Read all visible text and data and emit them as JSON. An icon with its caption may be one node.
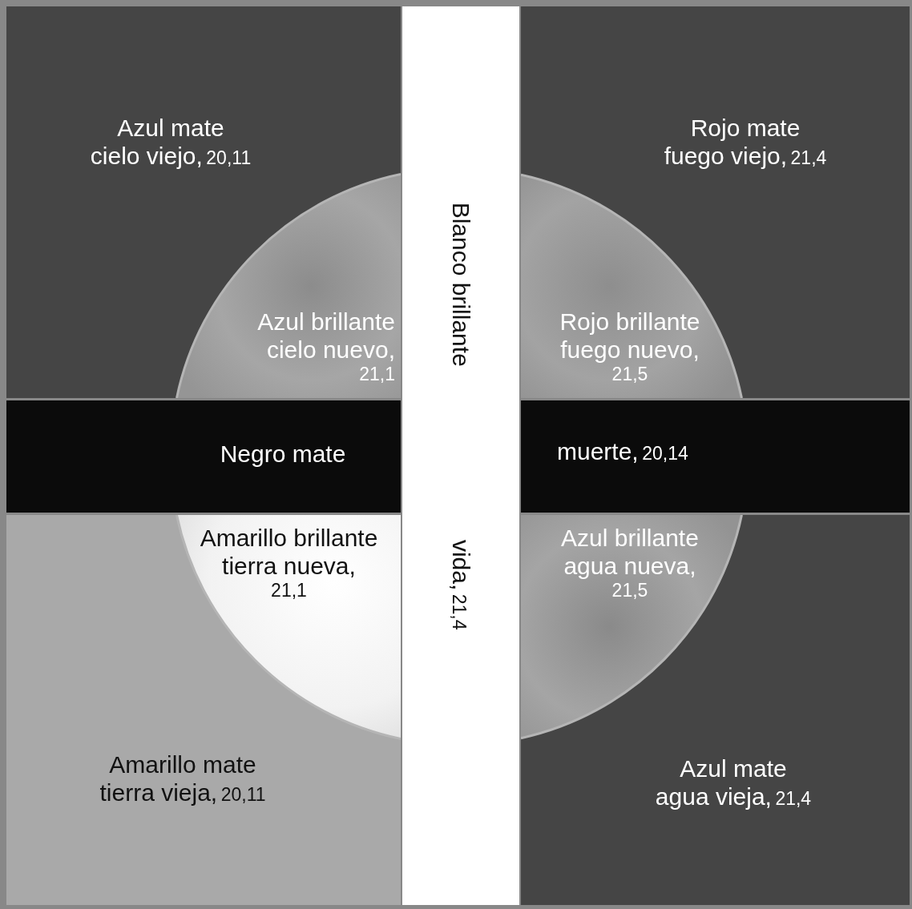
{
  "diagram": {
    "nodes": [
      {
        "text": [
          "Azul mate",
          "cielo viejo,",
          "20,11"
        ]
      },
      {
        "text": [
          "Azul brillante",
          "cielo nuevo,",
          "21,1"
        ],
        "in": 0
      },
      {
        "text": [
          "Rojo mate",
          "fuego viejo,",
          "21,4"
        ]
      },
      {
        "text": [
          "Rojo brillante",
          "fuego nuevo,",
          "21,5"
        ],
        "in": 2
      },
      {
        "text": [
          "Blanco brillante",
          "vida,",
          "21,4"
        ]
      },
      {
        "text": [
          "Negro mate"
        ]
      },
      {
        "text": [
          "muerte,",
          "20,14"
        ]
      },
      {
        "text": [
          "Amarillo mate",
          "tierra vieja,",
          "20,11"
        ]
      },
      {
        "text": [
          "Amarillo brillante",
          "tierra nueva,",
          "21,1"
        ],
        "in": 7
      },
      {
        "text": [
          "Azul mate",
          "agua vieja,",
          "21,4"
        ]
      },
      {
        "text": [
          "Azul brillante",
          "agua nueva,",
          "21,5"
        ],
        "in": 9
      }
    ]
  }
}
